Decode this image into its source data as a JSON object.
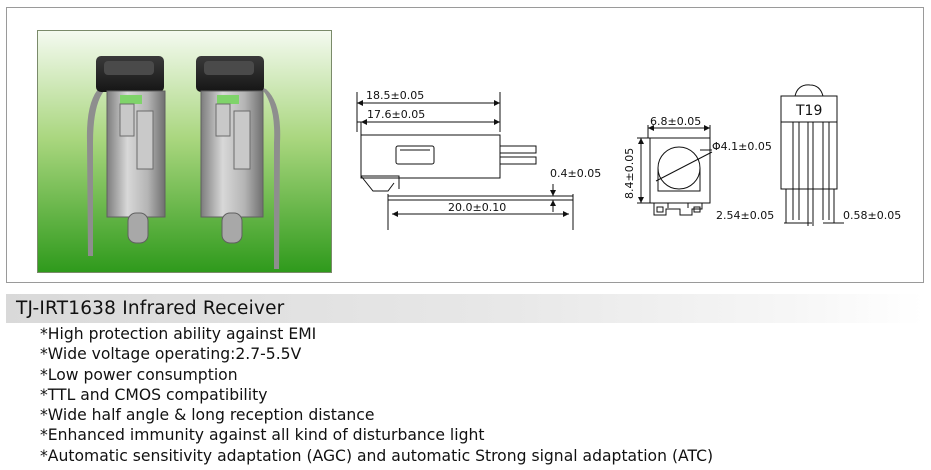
{
  "drawings": {
    "side_view": {
      "dim_total_length": "18.5±0.05",
      "dim_body_length": "17.6±0.05",
      "dim_lead_offset": "0.4±0.05",
      "dim_overall": "20.0±0.10"
    },
    "front_view": {
      "dim_width": "6.8±0.05",
      "dim_height": "8.4±0.05",
      "dim_lens": "Φ4.1±0.05"
    },
    "lead_view": {
      "model_label": "T19",
      "dim_pitch": "2.54±0.05",
      "dim_lead_width": "0.58±0.05"
    }
  },
  "product": {
    "title": "TJ-IRT1638 Infrared Receiver",
    "features": [
      "*High protection ability against EMI",
      "*Wide voltage operating:2.7-5.5V",
      "*Low power consumption",
      "*TTL and CMOS compatibility",
      "*Wide half angle & long reception distance",
      "*Enhanced immunity against all kind of disturbance light",
      "*Automatic sensitivity adaptation (AGC) and automatic Strong signal adaptation (ATC)"
    ]
  }
}
